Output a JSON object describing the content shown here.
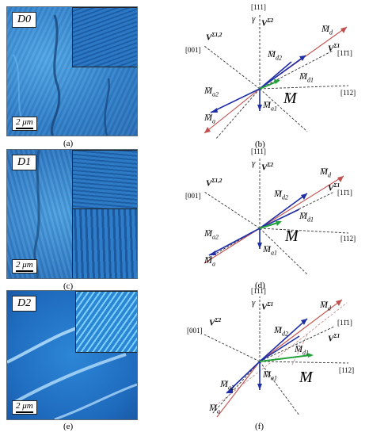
{
  "panels": [
    {
      "tag": "D0",
      "scale": "2 μm",
      "caption": "(a)"
    },
    {
      "tag": "D1",
      "scale": "2 μm",
      "caption": "(c)"
    },
    {
      "tag": "D2",
      "scale": "2 μm",
      "caption": "(e)"
    }
  ],
  "diagrams": [
    {
      "caption": "(b)",
      "axis_labels": {
        "top": "[111]",
        "left": "[001]",
        "right_up": "[11̄1]",
        "right": "[112]"
      },
      "vector_labels": {
        "gamma": "γ",
        "v_top": "V",
        "v_top_sup": "Σ2",
        "v_side": "V",
        "v_side_sup": "Σ1",
        "v_left": "V",
        "v_left_sup": "Σ1,2",
        "md": "M",
        "md_sub": "d",
        "md2": "M",
        "md2_sub": "d2",
        "md1": "M",
        "md1_sub": "d1",
        "ma2": "M",
        "ma2_sub": "a2",
        "ma1": "M",
        "ma1_sub": "a1",
        "ma": "M",
        "ma_sub": "a",
        "big": "M"
      }
    },
    {
      "caption": "(d)",
      "axis_labels": {
        "top": "[111]",
        "left": "[001]",
        "right_up": "[11̄1]",
        "right": "[112]"
      },
      "vector_labels": {
        "gamma": "γ",
        "v_top": "V",
        "v_top_sup": "Σ2",
        "v_side": "V",
        "v_side_sup": "Σ1",
        "v_left": "V",
        "v_left_sup": "Σ1,2",
        "md": "M",
        "md_sub": "d",
        "md2": "M",
        "md2_sub": "d2",
        "md1": "M",
        "md1_sub": "d1",
        "ma2": "M",
        "ma2_sub": "a2",
        "ma1": "M",
        "ma1_sub": "a1",
        "ma": "M",
        "ma_sub": "a",
        "big": "M"
      }
    },
    {
      "caption": "(f)",
      "axis_labels": {
        "top": "[111]",
        "left": "[001]",
        "right_up": "[11̄1]",
        "right": "[112]"
      },
      "vector_labels": {
        "gamma": "γ",
        "v_top": "V",
        "v_top_sup": "Σ1",
        "v_side": "V",
        "v_side_sup": "Σ1",
        "v_left": "V",
        "v_left_sup": "Σ2",
        "md": "M",
        "md_sub": "d",
        "md2": "M",
        "md2_sub": "d2",
        "md1": "M",
        "md1_sub": "d1",
        "ma2": "M",
        "ma2_sub": "a2",
        "ma1": "M",
        "ma1_sub": "a1",
        "ma": "M",
        "ma_sub": "a",
        "big": "M"
      }
    }
  ],
  "colors": {
    "red": "#c0504d",
    "blue": "#1f2ea6",
    "green": "#21a33a",
    "axis": "#333333",
    "pink": "#c99090"
  }
}
